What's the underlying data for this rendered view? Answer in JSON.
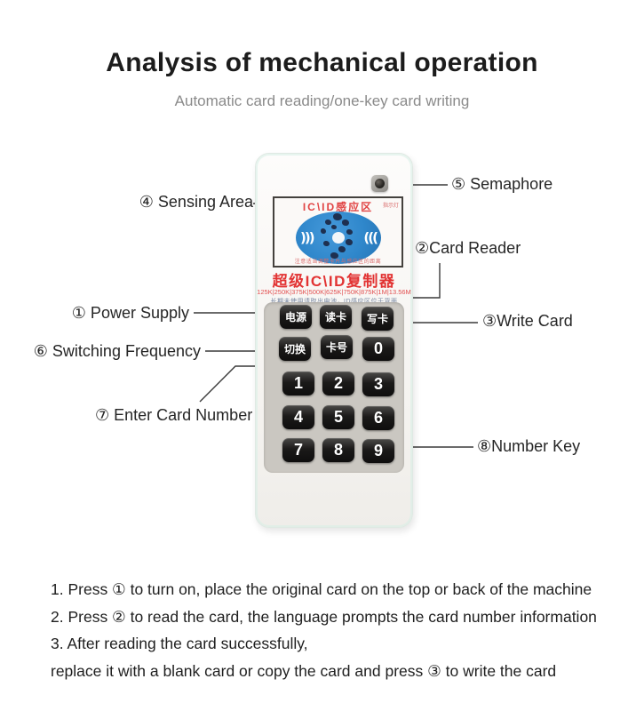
{
  "header": {
    "title": "Analysis of mechanical operation",
    "subtitle": "Automatic card reading/one-key card writing"
  },
  "device": {
    "sensing_panel": {
      "heading": "IC\\ID感应区",
      "indicator_caption": "指示灯",
      "note": "注意适当调整卡片与感应区的距离"
    },
    "brand_title": "超级IC\\ID复制器",
    "frequency_line": "125K|250K|375K|500K|625K|750K|875K|1M|13.56M",
    "battery_note": "长期未使用请取出电池，ID感应区位于背面",
    "keypad": [
      [
        "电源",
        "读卡",
        "写卡"
      ],
      [
        "切换",
        "卡号",
        "0"
      ],
      [
        "1",
        "2",
        "3"
      ],
      [
        "4",
        "5",
        "6"
      ],
      [
        "7",
        "8",
        "9"
      ]
    ]
  },
  "callouts": {
    "sensing_area": "④ Sensing Area",
    "semaphore": "⑤ Semaphore",
    "card_reader": "②Card Reader",
    "power_supply": "① Power Supply",
    "write_card": "③Write Card",
    "switching_frequency": "⑥ Switching Frequency",
    "enter_card_number": "⑦ Enter Card Number",
    "number_key": "⑧Number Key"
  },
  "instructions": [
    "1. Press ① to turn on, place the original card on the top or back of the machine",
    "2. Press ② to read the card, the language prompts the card number information",
    "3. After reading the card successfully,",
    "replace it with a blank card or copy the card and press ③ to write the card"
  ],
  "colors": {
    "accent_red": "#e23333",
    "ellipse_blue": "#2f87cb",
    "button_black": "#1d1d1d"
  }
}
